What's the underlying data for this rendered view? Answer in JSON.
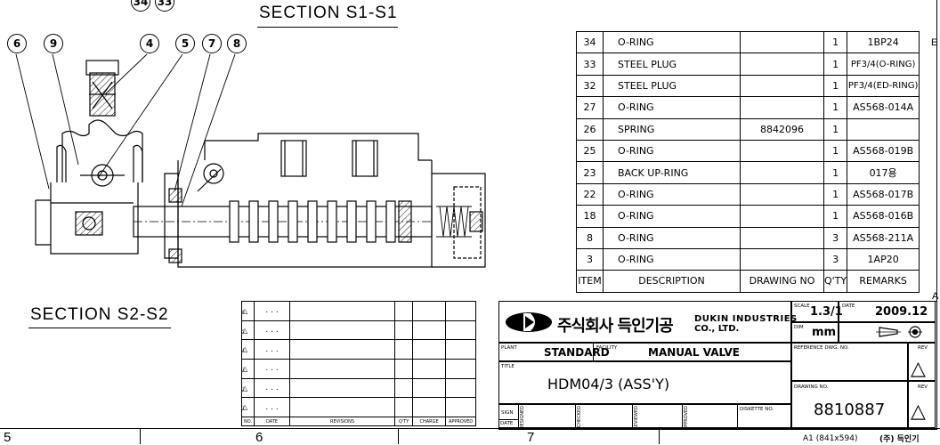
{
  "top_callouts": [
    "34",
    "33"
  ],
  "section_s1_title": "SECTION S1-S1",
  "section_s2_title": "SECTION S2-S2",
  "callouts": [
    "6",
    "9",
    "4",
    "5",
    "7",
    "8"
  ],
  "parts_list": {
    "rows": [
      {
        "item": "34",
        "description": "O-RING",
        "drawing_no": "",
        "qty": "1",
        "remarks": "1BP24"
      },
      {
        "item": "33",
        "description": "STEEL PLUG",
        "drawing_no": "",
        "qty": "1",
        "remarks": "PF3/4(O-RING)"
      },
      {
        "item": "32",
        "description": "STEEL PLUG",
        "drawing_no": "",
        "qty": "1",
        "remarks": "PF3/4(ED-RING)"
      },
      {
        "item": "27",
        "description": "O-RING",
        "drawing_no": "",
        "qty": "1",
        "remarks": "AS568-014A"
      },
      {
        "item": "26",
        "description": "SPRING",
        "drawing_no": "8842096",
        "qty": "1",
        "remarks": ""
      },
      {
        "item": "25",
        "description": "O-RING",
        "drawing_no": "",
        "qty": "1",
        "remarks": "AS568-019B"
      },
      {
        "item": "23",
        "description": "BACK UP-RING",
        "drawing_no": "",
        "qty": "1",
        "remarks": "017용"
      },
      {
        "item": "22",
        "description": "O-RING",
        "drawing_no": "",
        "qty": "1",
        "remarks": "AS568-017B"
      },
      {
        "item": "18",
        "description": "O-RING",
        "drawing_no": "",
        "qty": "1",
        "remarks": "AS568-016B"
      },
      {
        "item": "8",
        "description": "O-RING",
        "drawing_no": "",
        "qty": "3",
        "remarks": "AS568-211A"
      },
      {
        "item": "3",
        "description": "O-RING",
        "drawing_no": "",
        "qty": "3",
        "remarks": "1AP20"
      }
    ],
    "header": {
      "item": "ITEM",
      "description": "DESCRIPTION",
      "drawing_no": "DRAWING NO",
      "qty": "Q'TY",
      "remarks": "REMARKS"
    }
  },
  "revisions": {
    "rows": [
      {
        "mark": "6",
        "date": ". . ."
      },
      {
        "mark": "5",
        "date": ". . ."
      },
      {
        "mark": "4",
        "date": ". . ."
      },
      {
        "mark": "3",
        "date": ". . ."
      },
      {
        "mark": "2",
        "date": ". . ."
      },
      {
        "mark": "1",
        "date": ". . ."
      }
    ],
    "header": {
      "no": "NO.",
      "date": "DATE",
      "revisions": "REVISIONS",
      "qty": "Q'TY",
      "charge": "CHARGE",
      "approved": "APPROVED"
    }
  },
  "title_block": {
    "company_korean": "주식회사 득인기공",
    "company_english_1": "DUKIN INDUSTRIES",
    "company_english_2": "CO., LTD.",
    "scale_label": "SCALE",
    "scale": "1.3/1",
    "date_label": "DATE",
    "date": "2009.12",
    "dim_label": "DIM",
    "dim": "mm",
    "plant_label": "PLANT",
    "plant": "STANDARD",
    "facility_label": "FACILITY",
    "facility": "MANUAL VALVE",
    "reference_label": "REFERENCE DWG. NO.",
    "rev_label": "REV",
    "title_label": "TITLE",
    "title": "HDM04/3 (ASS'Y)",
    "drawing_no_label": "DRAWING NO.",
    "drawing_no": "8810887",
    "sign_label": "SIGN",
    "date_row_label": "DATE",
    "designed_label": "DESIGNED",
    "checked_label": "CHECKED",
    "reviewed_label": "REVIEWED",
    "approved_label": "APPROVED",
    "diskette_label": "DISKETTE NO."
  },
  "frame": {
    "zones": [
      "5",
      "6",
      "7"
    ],
    "side_markers": [
      "E",
      "A"
    ],
    "sheet_size": "A1 (841x594)",
    "corner_mark": "(주) 득인기"
  }
}
